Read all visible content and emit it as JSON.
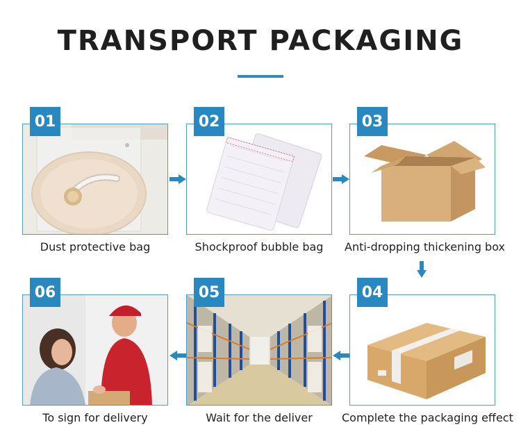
{
  "page": {
    "title": "TRANSPORT PACKAGING"
  },
  "colors": {
    "accent": "#2888bf",
    "frame_border": "#4a9cc9"
  },
  "steps": [
    {
      "number": "01",
      "caption": "Dust protective bag"
    },
    {
      "number": "02",
      "caption": "Shockproof bubble bag"
    },
    {
      "number": "03",
      "caption": "Anti-dropping thickening box"
    },
    {
      "number": "04",
      "caption": "Complete the packaging effect"
    },
    {
      "number": "05",
      "caption": "Wait for the deliver"
    },
    {
      "number": "06",
      "caption": "To sign for delivery"
    }
  ],
  "arrows": [
    "arrow-right-icon",
    "arrow-right-icon",
    "arrow-down-icon",
    "arrow-left-icon",
    "arrow-left-icon"
  ]
}
